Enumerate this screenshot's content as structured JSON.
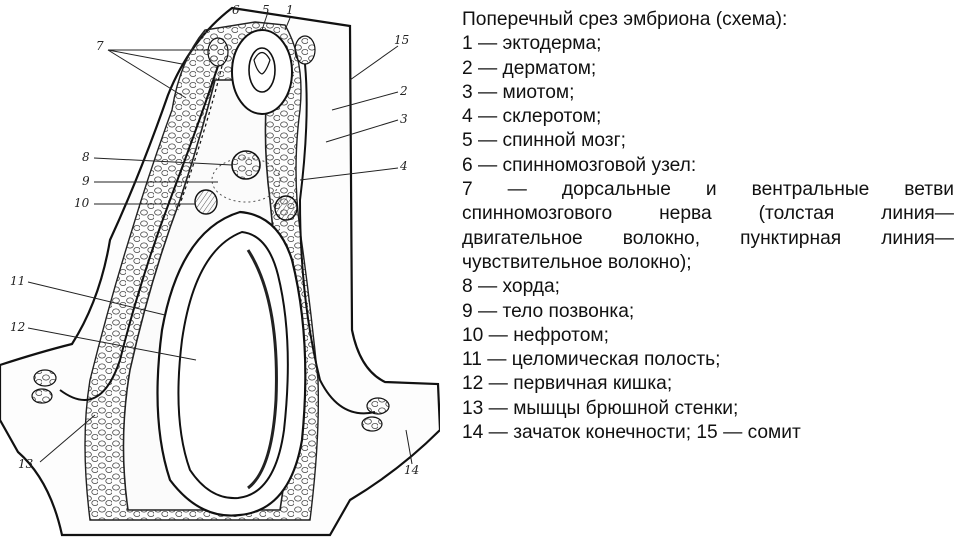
{
  "figure": {
    "labels": [
      "1",
      "2",
      "3",
      "4",
      "5",
      "6",
      "7",
      "8",
      "9",
      "10",
      "11",
      "12",
      "13",
      "14",
      "15"
    ]
  },
  "caption": {
    "title": "Поперечный срез эмбриона (схема):",
    "items": [
      "1 — эктодерма;",
      "2 — дерматом;",
      "3 — миотом;",
      "4 — склеротом;",
      "5 — спинной мозг;",
      "6 — спинномозговой узел:",
      "7 — дорсальные и вентральные ветви",
      "спинномозгового нерва (толстая линия—",
      "двигательное волокно, пунктирная линия—",
      "чувствительное волокно);",
      "8 — хорда;",
      "9 — тело позвонка;",
      "10 — нефротом;",
      "11 — целомическая полость;",
      "12 — первичная кишка;",
      "13 — мышцы брюшной стенки;",
      "14 — зачаток конечности; 15 — сомит"
    ]
  }
}
